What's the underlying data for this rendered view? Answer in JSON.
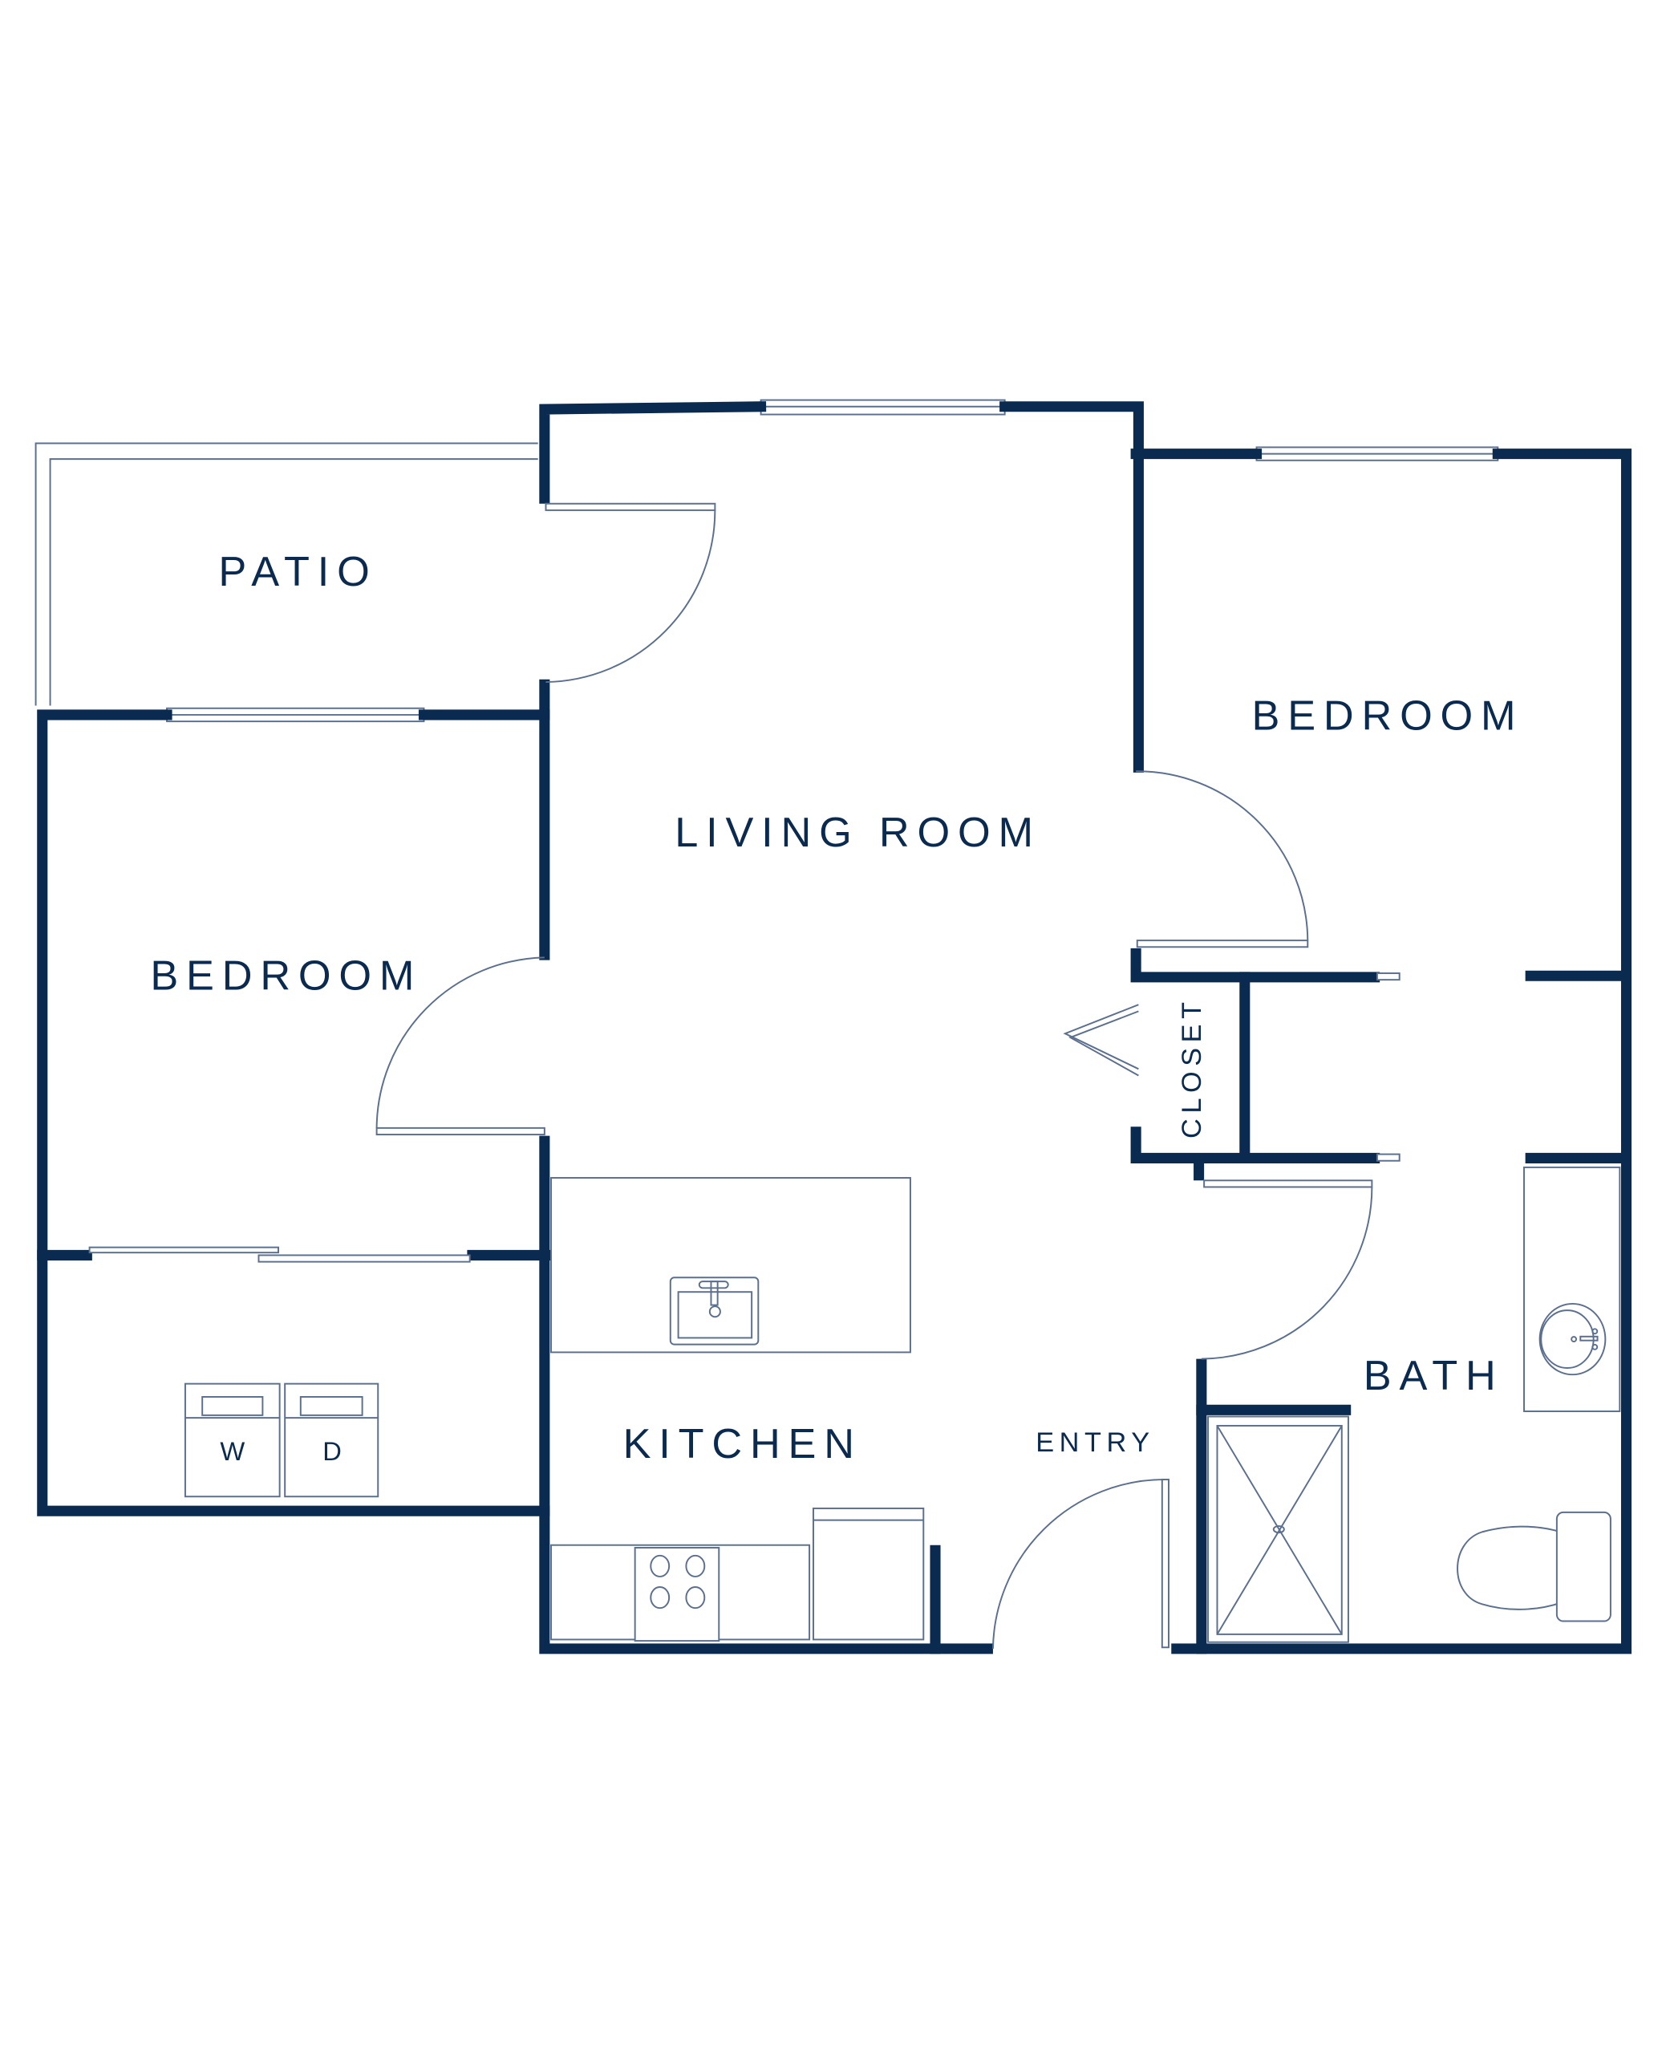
{
  "rooms": {
    "patio": "PATIO",
    "bedroom_right": "BEDROOM",
    "living_room": "LIVING ROOM",
    "bedroom_left": "BEDROOM",
    "kitchen": "KITCHEN",
    "entry": "ENTRY",
    "bath": "BATH",
    "closet": "CLOSET"
  },
  "appliances": {
    "washer": "W",
    "dryer": "D"
  },
  "colors": {
    "wall": "#0b2a4f",
    "fixture_line": "#5b6f8f"
  }
}
